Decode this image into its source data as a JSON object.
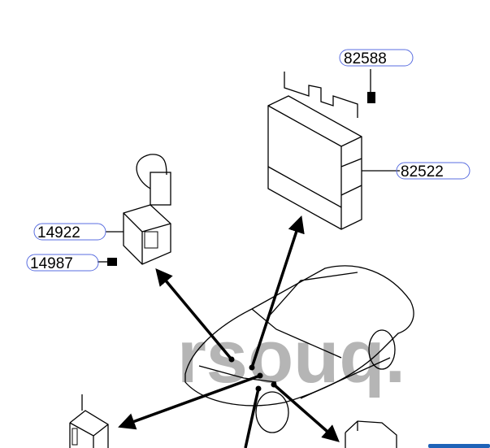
{
  "parts": [
    {
      "number": "82588"
    },
    {
      "number": "82522"
    },
    {
      "number": "14922"
    },
    {
      "number": "14987"
    }
  ],
  "watermark": "rsouq.",
  "colors": {
    "label_border": "#5a6ee0",
    "watermark": "#b5b5b5",
    "accent_bar": "#1e63b8"
  }
}
